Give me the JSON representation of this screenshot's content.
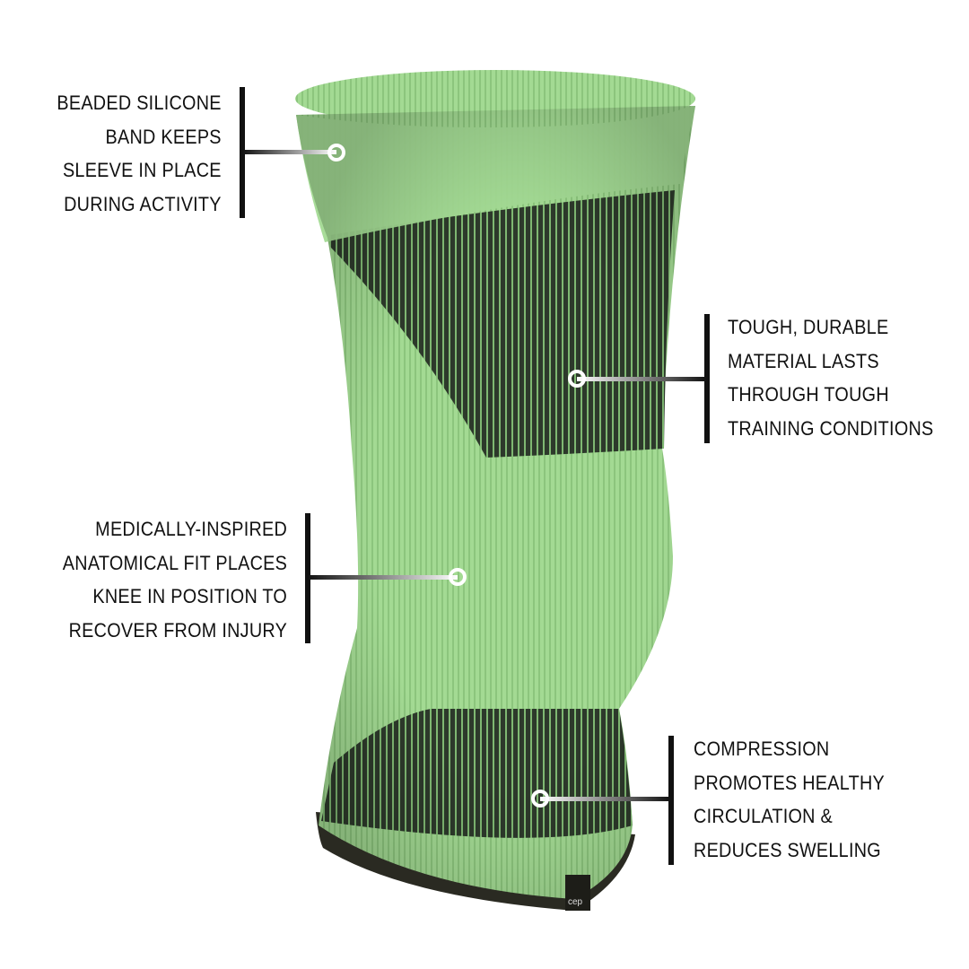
{
  "product": {
    "brand_tag": "cep",
    "colors": {
      "sleeve_light": "#9cd68c",
      "sleeve_dark": "#2e3a2c",
      "rim": "#2a2a22",
      "leader": "#111111"
    }
  },
  "callouts": [
    {
      "lines": [
        "BEADED SILICONE",
        "BAND KEEPS",
        "SLEEVE IN PLACE",
        "DURING ACTIVITY"
      ]
    },
    {
      "lines": [
        "TOUGH, DURABLE",
        "MATERIAL LASTS",
        "THROUGH TOUGH",
        "TRAINING CONDITIONS"
      ]
    },
    {
      "lines": [
        "MEDICALLY-INSPIRED",
        "ANATOMICAL FIT PLACES",
        "KNEE IN POSITION TO",
        "RECOVER FROM INJURY"
      ]
    },
    {
      "lines": [
        "COMPRESSION",
        "PROMOTES HEALTHY",
        "CIRCULATION &",
        "REDUCES SWELLING"
      ]
    }
  ]
}
